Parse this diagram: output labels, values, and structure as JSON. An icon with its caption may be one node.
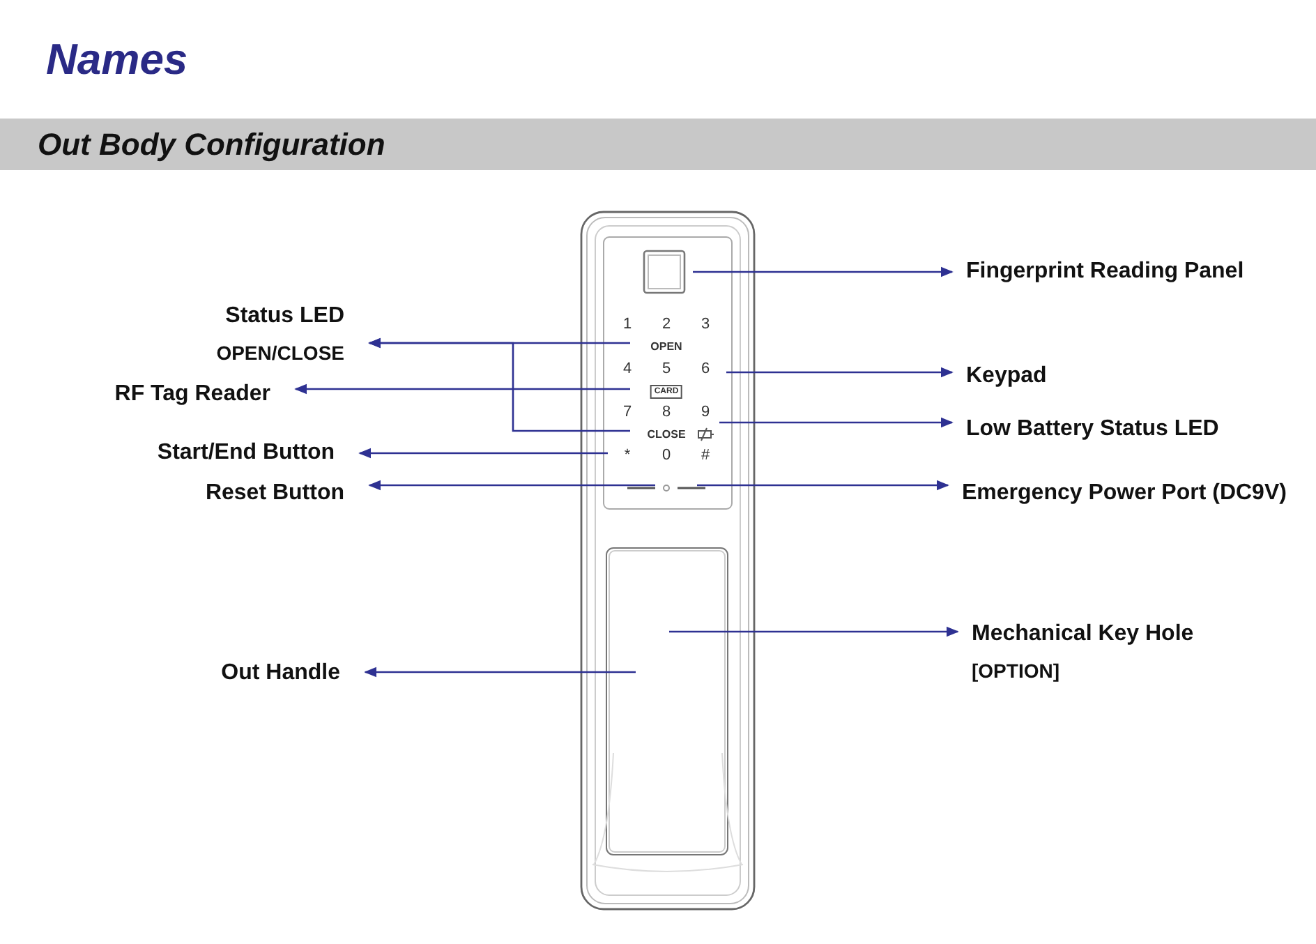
{
  "diagram": {
    "title": "Names",
    "nodes": [
      {
        "text": [
          "Out Body Configuration"
        ]
      },
      {
        "text": [
          "Status LED",
          "OPEN/CLOSE"
        ]
      },
      {
        "text": [
          "RF Tag Reader"
        ]
      },
      {
        "text": [
          "Start/End Button"
        ]
      },
      {
        "text": [
          "Reset Button"
        ]
      },
      {
        "text": [
          "Out Handle"
        ]
      },
      {
        "text": [
          "Fingerprint Reading Panel"
        ]
      },
      {
        "text": [
          "Keypad"
        ]
      },
      {
        "text": [
          "Low Battery Status LED"
        ]
      },
      {
        "text": [
          "Emergency Power Port (DC9V)"
        ]
      },
      {
        "text": [
          "Mechanical Key Hole",
          "[OPTION]"
        ]
      }
    ],
    "edges": [
      {
        "from": null,
        "to": 1,
        "arrow": "to"
      },
      {
        "from": null,
        "to": 1,
        "arrow": "to"
      },
      {
        "from": null,
        "to": 2,
        "arrow": "to"
      },
      {
        "from": null,
        "to": 3,
        "arrow": "to"
      },
      {
        "from": null,
        "to": 4,
        "arrow": "to"
      },
      {
        "from": null,
        "to": 5,
        "arrow": "to"
      },
      {
        "from": null,
        "to": 6,
        "arrow": "to"
      },
      {
        "from": null,
        "to": 7,
        "arrow": "to"
      },
      {
        "from": null,
        "to": 8,
        "arrow": "to"
      },
      {
        "from": null,
        "to": 9,
        "arrow": "to"
      },
      {
        "from": null,
        "to": 10,
        "arrow": "to"
      }
    ],
    "labels": [
      "1",
      "2",
      "3",
      "OPEN",
      "4",
      "5",
      "6",
      "CARD",
      "7",
      "8",
      "9",
      "CLOSE",
      "*",
      "0",
      "#"
    ]
  }
}
